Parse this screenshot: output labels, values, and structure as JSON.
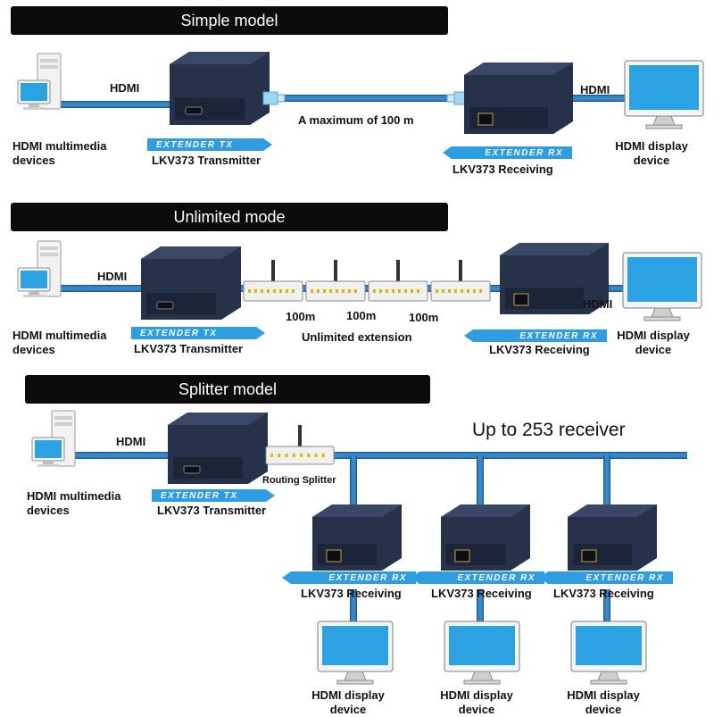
{
  "simple": {
    "title": "Simple model",
    "hdmi_left": "HDMI",
    "hdmi_right": "HDMI",
    "distance": "A maximum of 100 m",
    "source_label": [
      "HDMI multimedia",
      "devices"
    ],
    "tx_badge": "EXTENDER TX",
    "tx_label": "LKV373 Transmitter",
    "rx_badge": "EXTENDER RX",
    "rx_label": "LKV373 Receiving",
    "display_label": [
      "HDMI display",
      "device"
    ]
  },
  "unlimited": {
    "title": "Unlimited mode",
    "hdmi_left": "HDMI",
    "hdmi_right": "HDMI",
    "segments": [
      "100m",
      "100m",
      "100m"
    ],
    "extension": "Unlimited extension",
    "source_label": [
      "HDMI multimedia",
      "devices"
    ],
    "tx_badge": "EXTENDER TX",
    "tx_label": "LKV373 Transmitter",
    "rx_badge": "EXTENDER RX",
    "rx_label": "LKV373 Receiving",
    "display_label": [
      "HDMI display",
      "device"
    ]
  },
  "splitter": {
    "title": "Splitter model",
    "hdmi_left": "HDMI",
    "receivers_note": "Up to 253 receiver",
    "splitter_label": "Routing Splitter",
    "source_label": [
      "HDMI multimedia",
      "devices"
    ],
    "tx_badge": "EXTENDER TX",
    "tx_label": "LKV373 Transmitter",
    "receivers": [
      {
        "badge": "EXTENDER RX",
        "label": "LKV373 Receiving",
        "display_label": [
          "HDMI display",
          "device"
        ]
      },
      {
        "badge": "EXTENDER RX",
        "label": "LKV373 Receiving",
        "display_label": [
          "HDMI display",
          "device"
        ]
      },
      {
        "badge": "EXTENDER RX",
        "label": "LKV373 Receiving",
        "display_label": [
          "HDMI display",
          "device"
        ]
      }
    ]
  },
  "colors": {
    "cable": "#3a87c8",
    "cable_edge": "#1f5f99",
    "box": "#26324a",
    "screen": "#2aa2e4",
    "badge": "#2f9de0",
    "title_bar": "#0b0b0b"
  },
  "icons": [
    "computer-icon",
    "transmitter-icon",
    "receiver-icon",
    "network-switch-icon",
    "monitor-icon",
    "ethernet-cable-icon"
  ]
}
